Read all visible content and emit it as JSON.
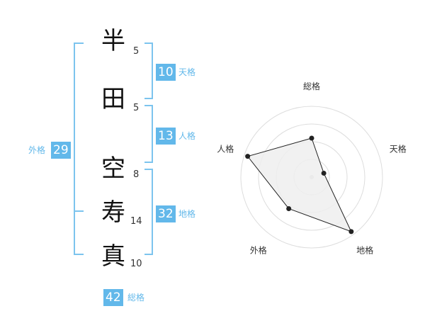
{
  "name": {
    "chars": [
      {
        "char": "半",
        "strokes": "5"
      },
      {
        "char": "田",
        "strokes": "5"
      },
      {
        "char": "空",
        "strokes": "8"
      },
      {
        "char": "寿",
        "strokes": "14"
      },
      {
        "char": "真",
        "strokes": "10"
      }
    ]
  },
  "fortunes": {
    "tenkaku": {
      "value": "10",
      "label": "天格"
    },
    "jinkaku": {
      "value": "13",
      "label": "人格"
    },
    "chikaku": {
      "value": "32",
      "label": "地格"
    },
    "gaikaku": {
      "value": "29",
      "label": "外格"
    },
    "soukaku": {
      "value": "42",
      "label": "総格"
    }
  },
  "colors": {
    "accent": "#62b8ea",
    "bracket": "#7cc4ee",
    "ring": "#dddddd",
    "fill": "#efefef",
    "line": "#222222"
  },
  "chart_data": {
    "type": "radar",
    "axes": [
      "総格",
      "天格",
      "地格",
      "外格",
      "人格"
    ],
    "values": [
      0.55,
      0.18,
      0.95,
      0.55,
      0.95
    ],
    "rings": 4
  }
}
